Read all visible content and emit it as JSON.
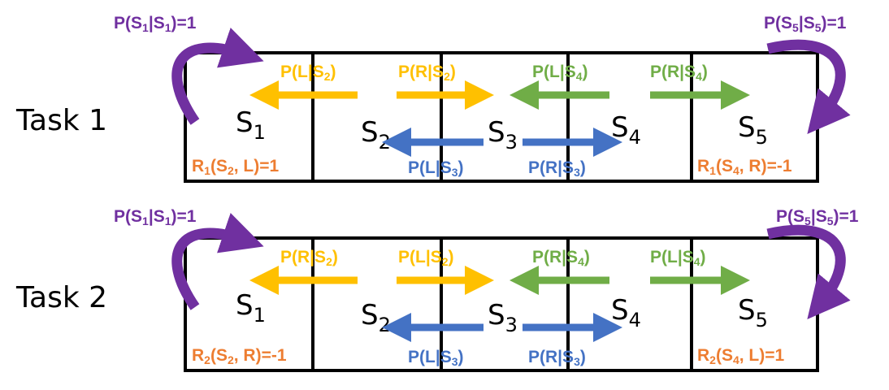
{
  "colors": {
    "purple": "#7030a0",
    "yellow": "#ffc000",
    "green": "#70ad47",
    "blue": "#4472c4",
    "orange": "#ed7d31",
    "grid": "#000000"
  },
  "tasks": [
    {
      "title": "Task 1",
      "states": [
        "S1",
        "S2",
        "S3",
        "S4",
        "S5"
      ],
      "self_loop_left": "P(S1|S1)=1",
      "self_loop_right": "P(S5|S5)=1",
      "yellow_left": "P(L|S2)",
      "yellow_right": "P(R|S2)",
      "green_left": "P(L|S4)",
      "green_right": "P(R|S4)",
      "blue_left": "P(L|S3)",
      "blue_right": "P(R|S3)",
      "reward_left": "R1(S2, L)=1",
      "reward_right": "R1(S4, R)=-1"
    },
    {
      "title": "Task 2",
      "states": [
        "S1",
        "S2",
        "S3",
        "S4",
        "S5"
      ],
      "self_loop_left": "P(S1|S1)=1",
      "self_loop_right": "P(S5|S5)=1",
      "yellow_left": "P(R|S2)",
      "yellow_right": "P(L|S2)",
      "green_left": "P(R|S4)",
      "green_right": "P(L|S4)",
      "blue_left": "P(L|S3)",
      "blue_right": "P(R|S3)",
      "reward_left": "R2(S2, R)=-1",
      "reward_right": "R2(S4, L)=1"
    }
  ]
}
